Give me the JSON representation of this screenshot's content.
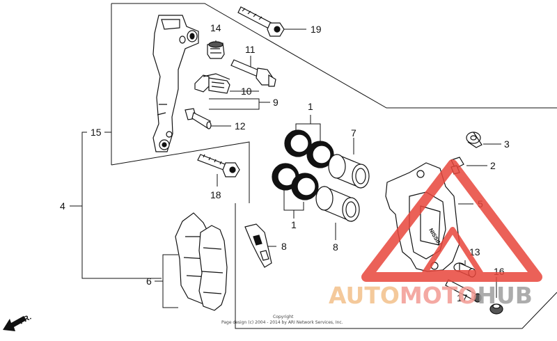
{
  "diagram": {
    "callouts": {
      "c1_top": "1",
      "c1_bottom": "1",
      "c2": "2",
      "c3": "3",
      "c4": "4",
      "c5": "5",
      "c6": "6",
      "c7_top": "7",
      "c7_bottom": "8",
      "c8": "8",
      "c9": "9",
      "c10": "10",
      "c11": "11",
      "c12": "12",
      "c13": "13",
      "c14": "14",
      "c15": "15",
      "c16": "16",
      "c17": "17",
      "c18": "18",
      "c19": "19"
    },
    "direction_label": "FR.",
    "copyright_line1": "Copyright",
    "copyright_line2": "Page design (c) 2004 - 2014 by ARI Network Services, Inc.",
    "caliper_stamp": "NISSIN"
  },
  "watermark": {
    "part1": "AUTO",
    "part2": "MOTO",
    "part3": "HUB",
    "colors": {
      "auto": "#f3c08a",
      "moto": "#f39b93",
      "hub": "#9e9e9e",
      "triangle": "#e8463c"
    }
  }
}
